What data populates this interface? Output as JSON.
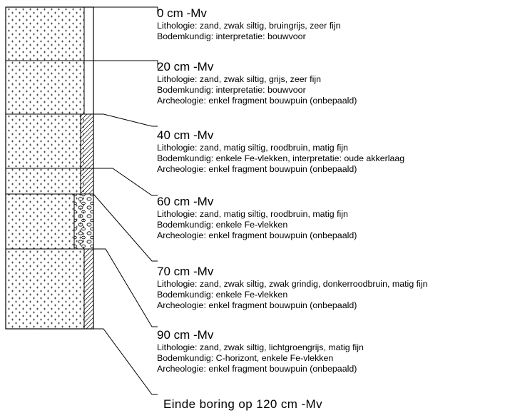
{
  "boring": {
    "layers": [
      {
        "depth": "0 cm -Mv",
        "lines": [
          "Lithologie: zand, zwak siltig, bruingrijs, zeer fijn",
          "Bodemkundig: interpretatie: bouwvoor"
        ]
      },
      {
        "depth": "20 cm -Mv",
        "lines": [
          "Lithologie: zand, zwak siltig, grijs, zeer fijn",
          "Bodemkundig: interpretatie: bouwvoor",
          "Archeologie: enkel fragment bouwpuin (onbepaald)"
        ]
      },
      {
        "depth": "40 cm -Mv",
        "lines": [
          "Lithologie: zand, matig siltig, roodbruin, matig fijn",
          "Bodemkundig: enkele Fe-vlekken, interpretatie: oude akkerlaag",
          "Archeologie: enkel fragment bouwpuin (onbepaald)"
        ]
      },
      {
        "depth": "60 cm -Mv",
        "lines": [
          "Lithologie: zand, matig siltig, roodbruin, matig fijn",
          "Bodemkundig: enkele Fe-vlekken",
          "Archeologie: enkel fragment bouwpuin (onbepaald)"
        ]
      },
      {
        "depth": "70 cm -Mv",
        "lines": [
          "Lithologie: zand, zwak siltig, zwak grindig, donkerroodbruin, matig fijn",
          "Bodemkundig: enkele Fe-vlekken",
          "Archeologie: enkel fragment bouwpuin (onbepaald)"
        ]
      },
      {
        "depth": "90 cm -Mv",
        "lines": [
          "Lithologie: zand, zwak siltig, lichtgroengrijs, matig fijn",
          "Bodemkundig: C-horizont, enkele Fe-vlekken",
          "Archeologie: enkel fragment bouwpuin (onbepaald)"
        ]
      }
    ],
    "end_label": "Einde boring op 120 cm -Mv"
  },
  "colors": {
    "stroke": "#000000",
    "background": "#ffffff"
  }
}
